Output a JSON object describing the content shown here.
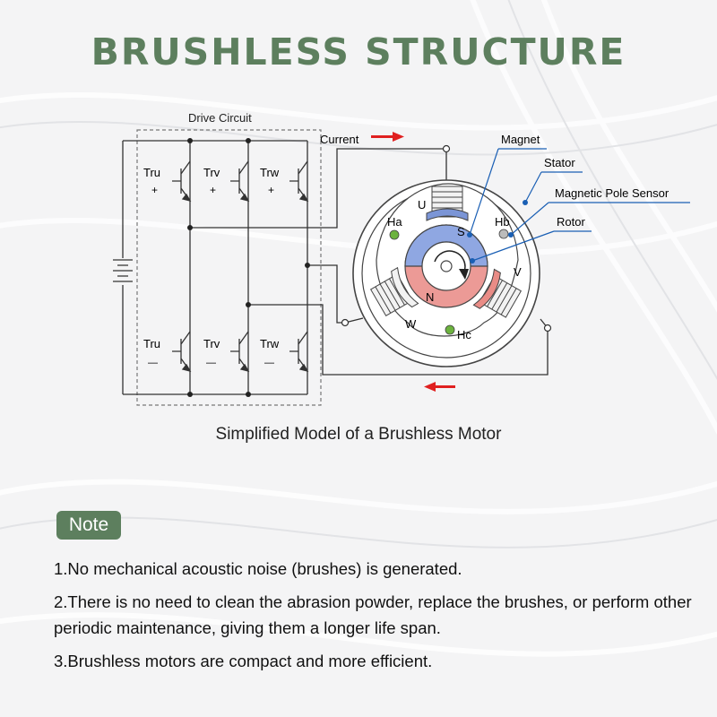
{
  "title": "BRUSHLESS STRUCTURE",
  "diagram": {
    "drive_circuit_label": "Drive Circuit",
    "current_label": "Current",
    "transistors_top": [
      "Tru",
      "Trv",
      "Trw"
    ],
    "transistors_bottom": [
      "Tru",
      "Trv",
      "Trw"
    ],
    "plus_sign": "+",
    "minus_sign": "—",
    "labels": {
      "magnet": "Magnet",
      "stator": "Stator",
      "sensor": "Magnetic Pole Sensor",
      "rotor": "Rotor"
    },
    "coils": {
      "u": "U",
      "v": "V",
      "w": "W"
    },
    "sensors": {
      "ha": "Ha",
      "hb": "Hb",
      "hc": "Hc"
    },
    "poles": {
      "s": "S",
      "n": "N"
    },
    "colors": {
      "green": "#5d7f5e",
      "arrow_red": "#e02020",
      "south_pole": "#8fa7e2",
      "north_pole": "#ec9a96",
      "sensor_green": "#6cb33e",
      "leader_blue": "#1a5fb4"
    }
  },
  "caption": "Simplified Model of a Brushless Motor",
  "note_label": "Note",
  "notes": [
    "1.No mechanical acoustic noise (brushes) is generated.",
    "2.There is no need to clean the abrasion powder, replace the brushes, or perform other periodic maintenance, giving them a longer life span.",
    "3.Brushless motors are compact and more efficient."
  ]
}
